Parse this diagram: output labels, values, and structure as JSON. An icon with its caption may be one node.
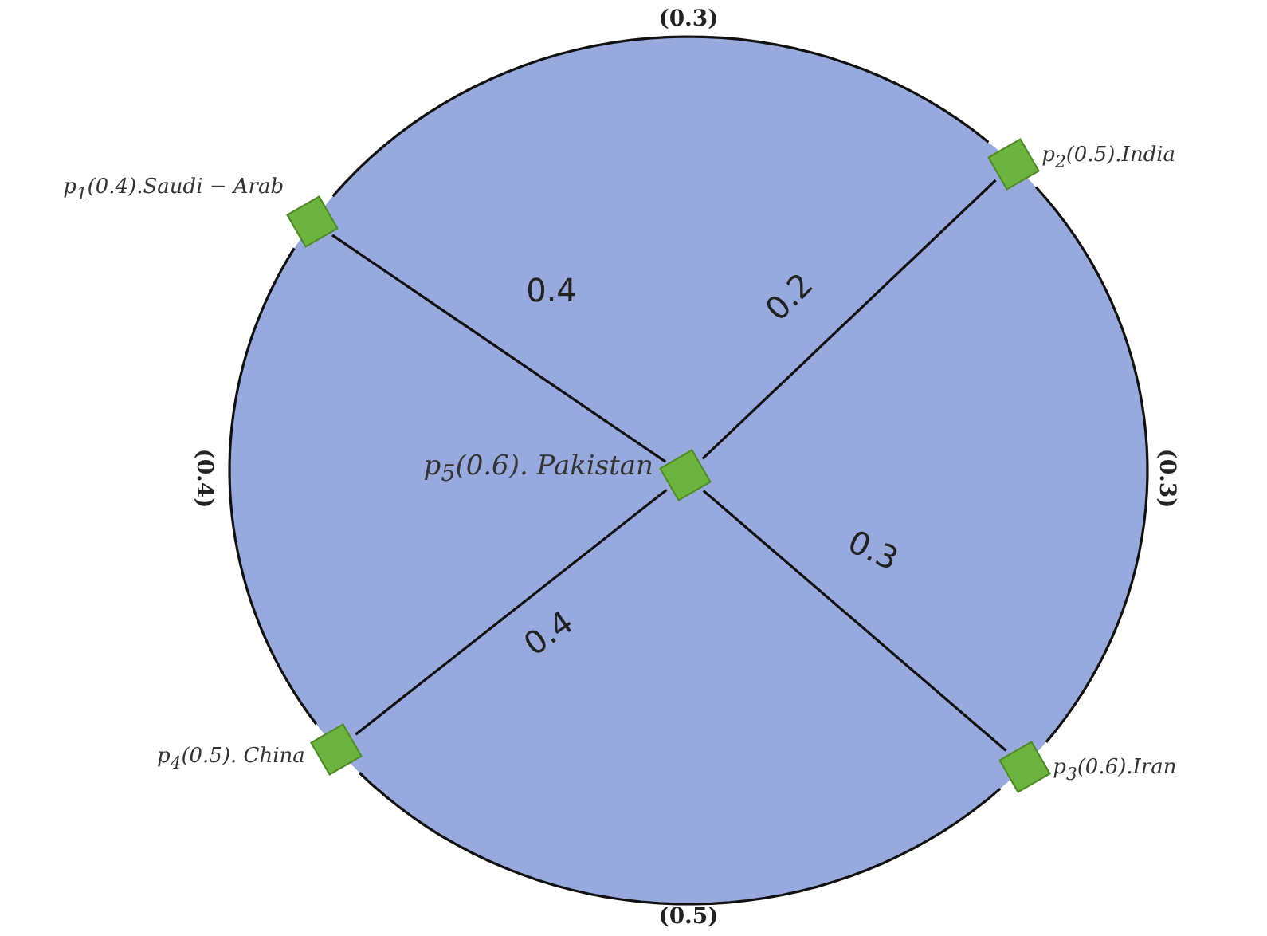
{
  "diagram": {
    "nodes": [
      {
        "text": [],
        "shape": "box",
        "beside": [
          "p$_{1}$(0.4).Saudi − Arab"
        ]
      },
      {
        "text": [],
        "shape": "box",
        "beside": [
          "p$_{2}$(0.5).India"
        ]
      },
      {
        "text": [],
        "shape": "box",
        "beside": [
          "p$_{5}$(0.6). Pakistan"
        ]
      },
      {
        "text": [],
        "shape": "box",
        "beside": [
          "p$_{4}$(0.5). China"
        ]
      },
      {
        "text": [],
        "shape": "box",
        "beside": [
          "p$_{3}$(0.6).Iran"
        ]
      }
    ],
    "edges": [
      {
        "from": 0,
        "to": 1,
        "arrow": "none",
        "label": "(0.3)"
      },
      {
        "from": 1,
        "to": 4,
        "arrow": "none",
        "label": "(0.3)"
      },
      {
        "from": 4,
        "to": 3,
        "arrow": "none",
        "label": "(0.5)"
      },
      {
        "from": 3,
        "to": 0,
        "arrow": "none",
        "label": "(0.4)"
      },
      {
        "from": 0,
        "to": 2,
        "arrow": "none",
        "label": "0.4"
      },
      {
        "from": 1,
        "to": 2,
        "arrow": "none",
        "label": "0.2"
      },
      {
        "from": 2,
        "to": 4,
        "arrow": "none",
        "label": "0.3"
      },
      {
        "from": 2,
        "to": 3,
        "arrow": "none",
        "label": "0.4"
      }
    ]
  }
}
